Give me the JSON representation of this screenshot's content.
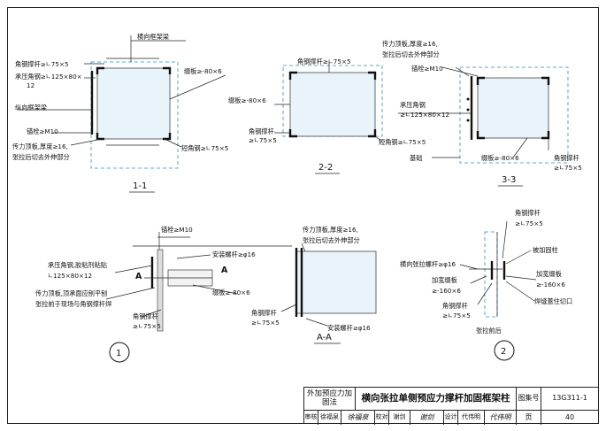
{
  "views": {
    "v11": {
      "title": "1-1",
      "labels": {
        "transverse_beam": "横向框架梁",
        "angle_strut": "角钢撑杆≥∟75×5",
        "pressure_angle": "承压角钢≥∟125×80×",
        "pressure_angle_2": "12",
        "longitudinal_beam": "纵向框架梁",
        "anchor": "锚栓≥M10",
        "top_plate": "传力顶板,厚度≥16,",
        "top_plate_2": "张拉后切去外伸部分",
        "batten": "缀板≥-80×6",
        "short_angle": "短角钢≥∟75×5"
      }
    },
    "v22": {
      "title": "2-2",
      "labels": {
        "angle_strut": "角钢撑杆≥∟75×5",
        "batten": "缀板≥-80×6",
        "angle_strut_b": "角钢撑杆",
        "angle_strut_b2": "≥∟75×5",
        "short_angle": "短角钢≥∟75×5"
      }
    },
    "v33": {
      "title": "3-3",
      "labels": {
        "top_plate": "传力顶板,厚度≥16,",
        "top_plate_2": "张拉后切去外伸部分",
        "anchor": "锚栓≥M10",
        "pressure_angle": "承压角钢",
        "pressure_angle_2": "≥∟125×80×12",
        "foundation": "基础",
        "batten": "缀板≥-80×6",
        "angle_strut": "角钢撑杆",
        "angle_strut_2": "≥∟75×5"
      }
    },
    "d1": {
      "number": "1",
      "labels": {
        "anchor": "锚栓≥M10",
        "install_bolt": "安装螺杆≥φ16",
        "pressure_angle": "承压角钢,胶粘剂粘贴",
        "pressure_angle_2": "∟125×80×12",
        "top_plate": "传力顶板,顶承面应刨平刨",
        "top_plate_2": "张拉前于现场与角钢撑杆焊",
        "batten": "缀板≥-80×6",
        "angle_strut": "角钢撑杆",
        "angle_strut_2": "≥∟75×5",
        "section_mark": "A"
      }
    },
    "aa": {
      "title": "A-A",
      "labels": {
        "top_plate": "传力顶板,厚度≥16,",
        "top_plate_2": "张拉后切去外伸部分",
        "angle_strut": "角钢撑杆",
        "angle_strut_2": "≥∟75×5",
        "install_bolt": "安装螺杆≥φ16"
      }
    },
    "d2": {
      "number": "2",
      "caption": "张拉前后",
      "labels": {
        "angle_strut_top": "角钢撑杆",
        "angle_strut_top_2": "≥∟75×5",
        "reinforced_col": "被加固柱",
        "tension_bolt": "横向张拉螺杆≥φ16",
        "wide_batten_l": "加宽缀板",
        "wide_batten_l_2": "≥-160×6",
        "wide_batten_r": "加宽缀板",
        "wide_batten_r_2": "≥-160×6",
        "angle_strut_bot": "角钢撑杆",
        "angle_strut_bot_2": "≥∟75×5",
        "weld": "焊缝蓋住切口"
      }
    }
  },
  "title_block": {
    "category": "外加预应力加固法",
    "title": "横向张拉单侧预应力撑杆加固框架柱",
    "atlas_label": "图集号",
    "atlas_no": "13G311-1",
    "review": "审核",
    "reviewer": "徐福泉",
    "reviewer_sig": "徐福泉",
    "check": "校对",
    "checker": "谢剑",
    "checker_sig": "谢剑",
    "design": "设计",
    "designer": "代伟明",
    "designer_sig": "代伟明",
    "page_label": "页",
    "page_no": "40"
  }
}
